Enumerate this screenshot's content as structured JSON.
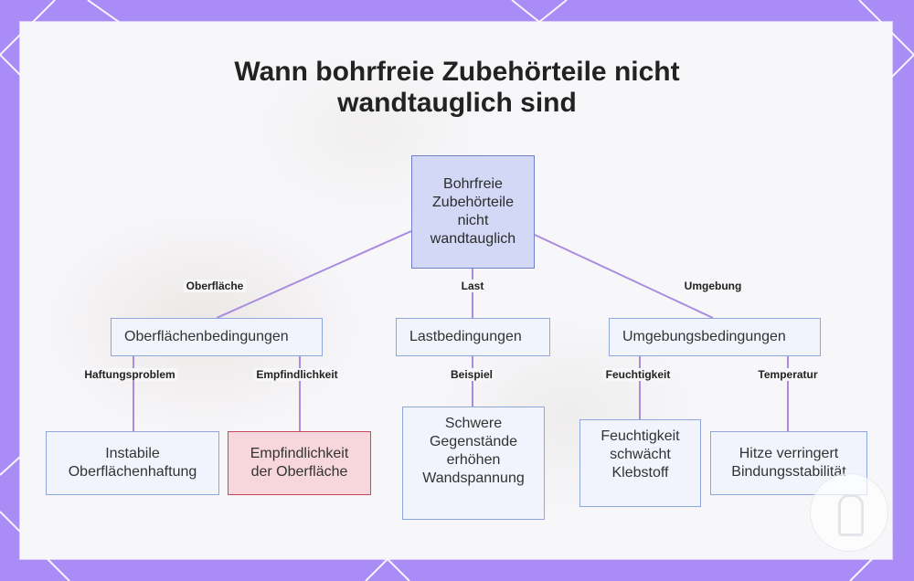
{
  "title": "Wann bohrfreie Zubehörteile nicht\nwandtauglich sind",
  "root": "Bohrfreie\nZubehörteile\nnicht\nwandtauglich",
  "branches": [
    {
      "edge": "Oberfläche",
      "node": "Oberflächenbedingungen"
    },
    {
      "edge": "Last",
      "node": "Lastbedingungen"
    },
    {
      "edge": "Umgebung",
      "node": "Umgebungsbedingungen"
    }
  ],
  "leaves": [
    {
      "edge": "Haftungsproblem",
      "node": "Instabile\nOberflächenhaftung"
    },
    {
      "edge": "Empfindlichkeit",
      "node": "Empfindlichkeit\nder Oberfläche"
    },
    {
      "edge": "Beispiel",
      "node": "Schwere\nGegenstände\nerhöhen\nWandspannung"
    },
    {
      "edge": "Feuchtigkeit",
      "node": "Feuchtigkeit\nschwächt\nKlebstoff"
    },
    {
      "edge": "Temperatur",
      "node": "Hitze verringert\nBindungsstabilität"
    }
  ],
  "colors": {
    "frame": "#a98cf6",
    "connector": "#a98be0",
    "node_fill": "#f1f4fd",
    "node_border": "#8fa6dc",
    "root_fill": "#d2d8f6",
    "highlight_fill": "#f7d7dc",
    "highlight_border": "#c9485e"
  }
}
